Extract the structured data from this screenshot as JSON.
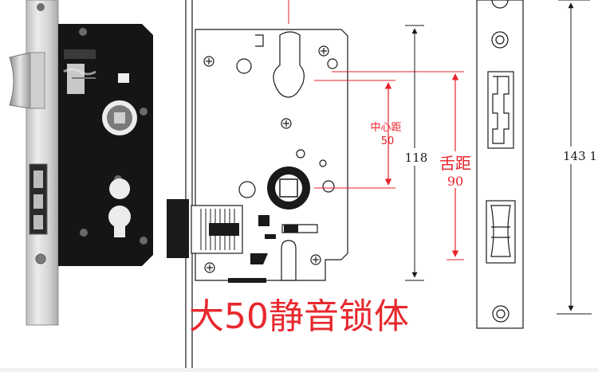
{
  "dimensions": {
    "center_distance_label": "中心距",
    "center_distance_value": "50",
    "overall_height_value": "118",
    "latch_distance_label": "舌距",
    "latch_distance_value": "90",
    "faceplate_height_value": "143 1"
  },
  "caption": "大50静音锁体",
  "colors": {
    "dimension_red": "#e8212a",
    "caption_red": "#e8292f",
    "line_black": "#1a1a1a",
    "lock_body_black": "#151515",
    "steel_plate": "#d9d9d9"
  }
}
